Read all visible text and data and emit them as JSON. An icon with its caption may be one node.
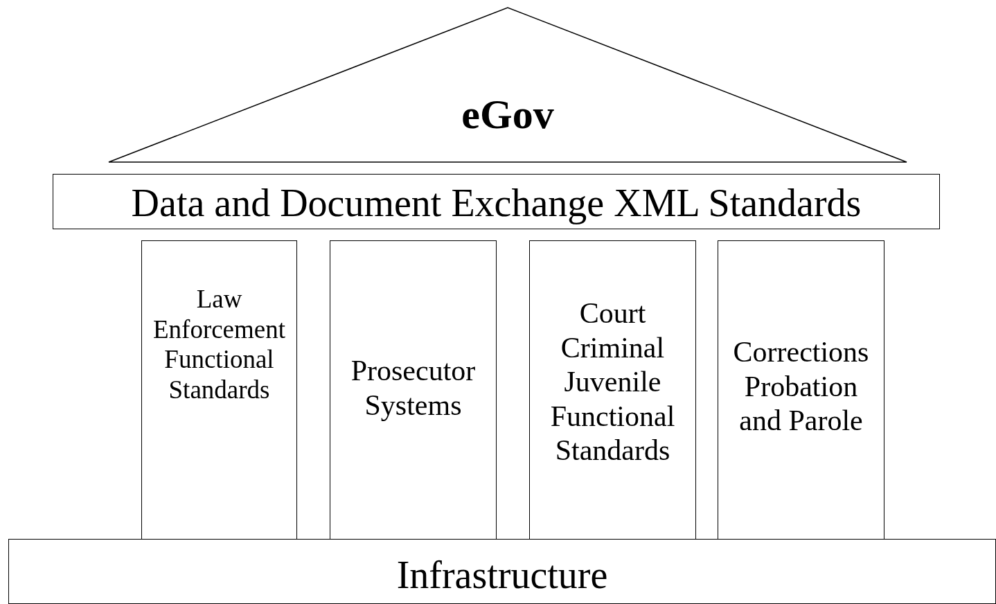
{
  "diagram": {
    "nodes": [
      {
        "text": [
          "eGov"
        ]
      },
      {
        "text": [
          "Data and Document Exchange XML Standards"
        ]
      },
      {
        "text": [
          "Law Enforcement Functional Standards"
        ]
      },
      {
        "text": [
          "Prosecutor Systems"
        ]
      },
      {
        "text": [
          "Court Criminal Juvenile Functional Standards"
        ]
      },
      {
        "text": [
          "Corrections Probation and Parole"
        ]
      },
      {
        "text": [
          "Infrastructure"
        ]
      }
    ]
  }
}
